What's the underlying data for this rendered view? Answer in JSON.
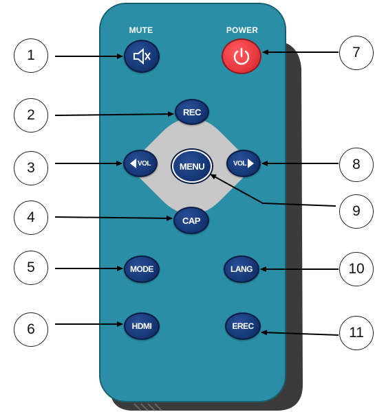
{
  "remote": {
    "mute_label": "MUTE",
    "power_label": "POWER",
    "buttons": {
      "mute": "mute-icon",
      "power": "power-icon",
      "rec": "REC",
      "vol_left": "VOL",
      "menu": "MENU",
      "vol_right": "VOL",
      "cap": "CAP",
      "mode": "MODE",
      "lang": "LANG",
      "hdmi": "HDMI",
      "erec": "EREC"
    },
    "colors": {
      "body": "#2a8fa6",
      "button": "#173a7a",
      "power": "#e8393f",
      "dpad": "#c8c8c8",
      "shell": "#3a3a3a"
    }
  },
  "callouts": [
    "1",
    "2",
    "3",
    "4",
    "5",
    "6",
    "7",
    "8",
    "9",
    "10",
    "11"
  ]
}
